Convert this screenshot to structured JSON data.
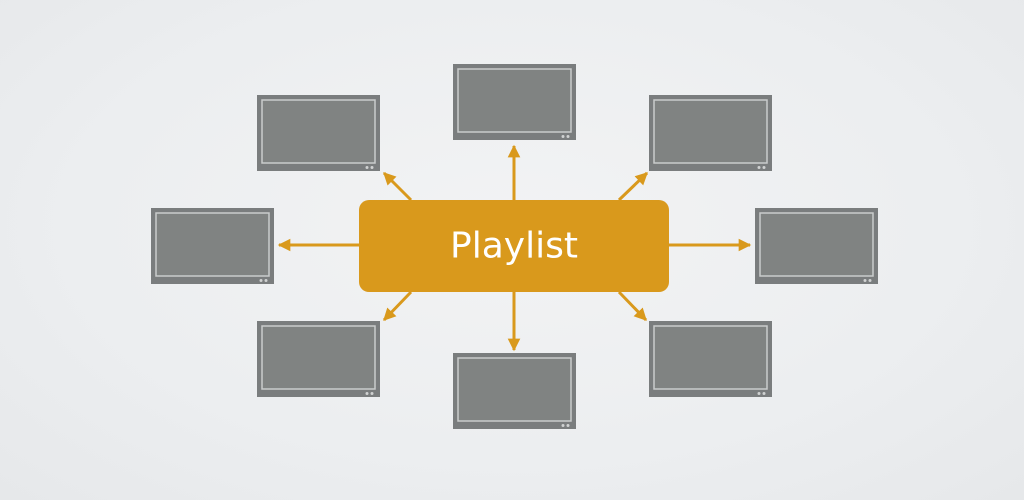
{
  "hub": {
    "label": "Playlist"
  },
  "screens": [
    {
      "name": "screen-top"
    },
    {
      "name": "screen-top-right"
    },
    {
      "name": "screen-right"
    },
    {
      "name": "screen-bottom-right"
    },
    {
      "name": "screen-bottom"
    },
    {
      "name": "screen-bottom-left"
    },
    {
      "name": "screen-left"
    },
    {
      "name": "screen-top-left"
    }
  ],
  "colors": {
    "hub_fill": "#d9991c",
    "hub_text": "#ffffff",
    "arrow": "#d9991c",
    "screen_bezel": "#7a7d7e",
    "screen_panel": "#808382",
    "screen_border": "#c9cccc",
    "screen_dots": "#d0d2d2"
  }
}
